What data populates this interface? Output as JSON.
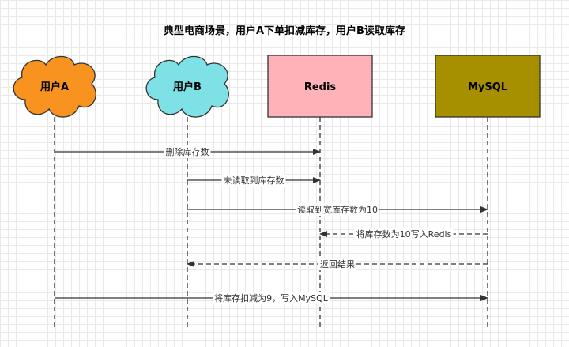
{
  "diagram": {
    "title": "典型电商场景，用户A下单扣减库存，用户B读取库存",
    "actors": [
      {
        "id": "a",
        "label": "用户A",
        "shape": "cloud",
        "fill": "#f7931e"
      },
      {
        "id": "b",
        "label": "用户B",
        "shape": "cloud",
        "fill": "#7ee1e6"
      },
      {
        "id": "redis",
        "label": "Redis",
        "shape": "rect",
        "fill": "#ffb3b8"
      },
      {
        "id": "mysql",
        "label": "MySQL",
        "shape": "rect",
        "fill": "#a69000"
      }
    ],
    "messages": [
      {
        "from": "a",
        "to": "redis",
        "label": "删除库存数",
        "style": "solid"
      },
      {
        "from": "b",
        "to": "redis",
        "label": "未读取到库存数",
        "style": "solid"
      },
      {
        "from": "b",
        "to": "mysql",
        "label": "读取到宽库存数为10",
        "style": "solid"
      },
      {
        "from": "mysql",
        "to": "redis",
        "label": "将库存数为10写入Redis",
        "style": "dashed"
      },
      {
        "from": "mysql",
        "to": "b",
        "label": "返回结果",
        "style": "dashed"
      },
      {
        "from": "a",
        "to": "mysql",
        "label": "将库存扣减为9，写入MySQL",
        "style": "solid"
      }
    ]
  }
}
